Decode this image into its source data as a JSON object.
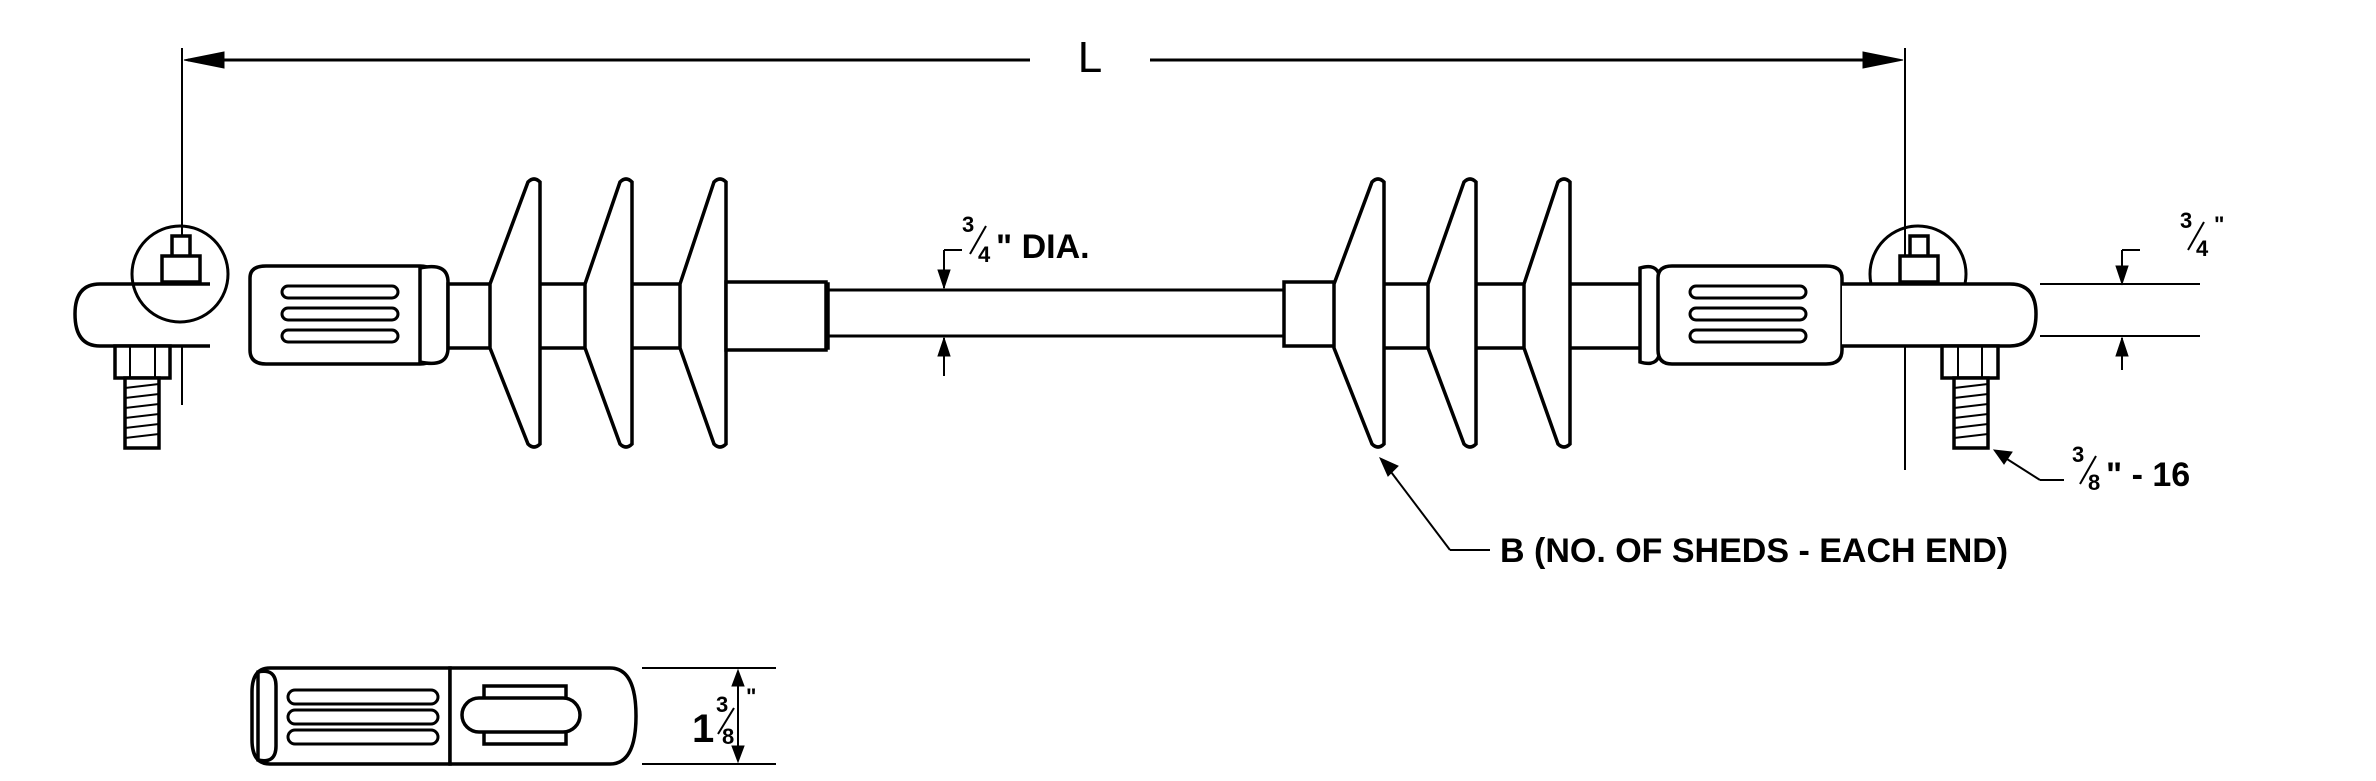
{
  "labels": {
    "length": "L",
    "rod_diameter": "3/4\" DIA.",
    "end_height": "3/4\"",
    "thread": "3/8\" - 16",
    "sheds": "B (NO. OF SHEDS - EACH END)",
    "width": "1 3/8\""
  },
  "label_parts": {
    "rod_dia_num": "3",
    "rod_dia_den": "4",
    "rod_dia_suffix": "\" DIA.",
    "end_num": "3",
    "end_den": "4",
    "end_suffix": "\"",
    "thread_num": "3",
    "thread_den": "8",
    "thread_suffix": "\" - 16",
    "width_whole": "1",
    "width_num": "3",
    "width_den": "8",
    "width_suffix": "\""
  }
}
